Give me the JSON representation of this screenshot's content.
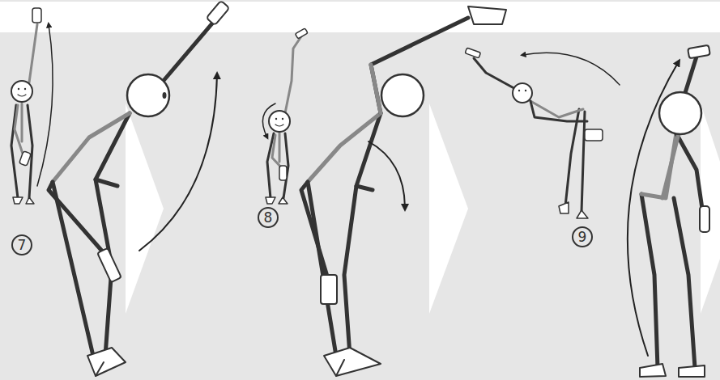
{
  "diagram": {
    "labels": [
      "7",
      "8",
      "9"
    ]
  }
}
